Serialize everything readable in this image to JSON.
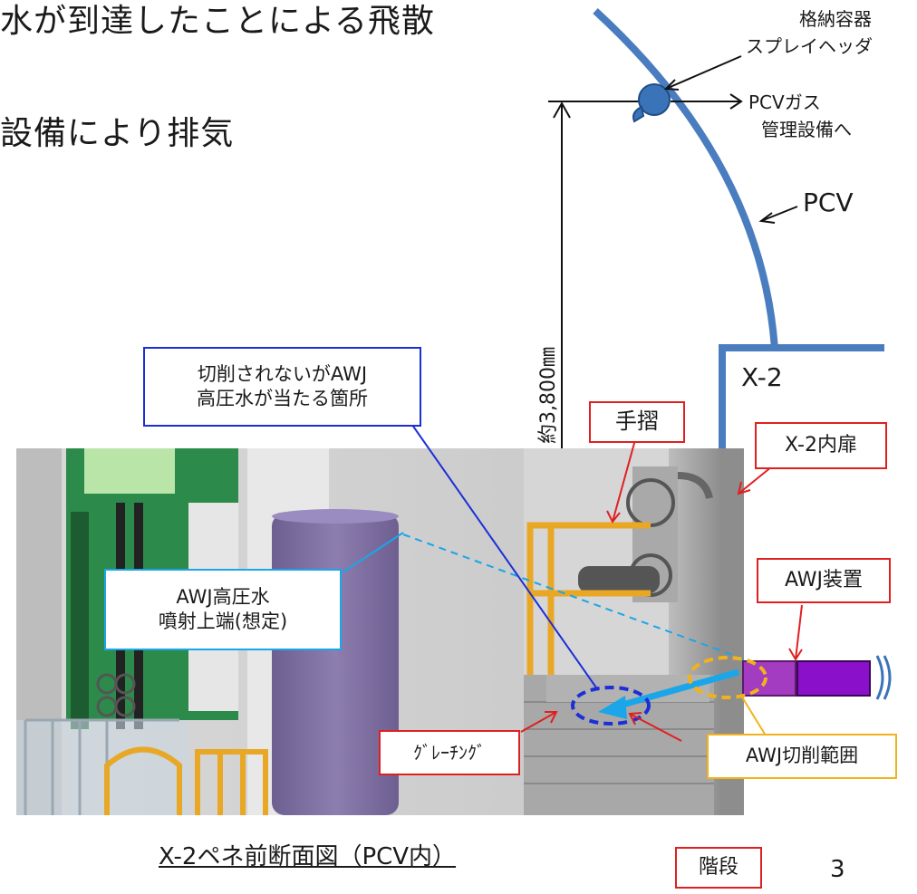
{
  "header": {
    "line1": "水が到達したことによる飛散",
    "line2": "設備により排気"
  },
  "labels": {
    "containment_spray_header_line1": "格納容器",
    "containment_spray_header_line2": "スプレイヘッダ",
    "pcv_gas_line1": "PCVガス",
    "pcv_gas_line2": "管理設備へ",
    "pcv": "PCV",
    "x2": "X-2",
    "height_dimension": "約3,800㎜"
  },
  "callouts": {
    "not_cut_line1": "切削されないがAWJ",
    "not_cut_line2": "高圧水が当たる箇所",
    "handrail": "手摺",
    "x2_inner_door": "X-2内扉",
    "awj_device": "AWJ装置",
    "awj_spray_line1": "AWJ高圧水",
    "awj_spray_line2": "噴射上端(想定)",
    "awj_cutting_range": "AWJ切削範囲",
    "grating": "ｸﾞﾚｰﾁﾝｸﾞ",
    "stairs": "階段"
  },
  "caption": "X-2ペネ前断面図（PCV内）",
  "page_number": "3",
  "colors": {
    "pcv_line": "#4a7dbf",
    "red_callout": "#e02020",
    "blue_callout": "#1c2fd6",
    "cyan_callout": "#1aa6e8",
    "yellow_callout": "#f2b21c",
    "awj_device": "#9b30b8",
    "handrail": "#e8a826",
    "tank": "#7a6a9c"
  }
}
